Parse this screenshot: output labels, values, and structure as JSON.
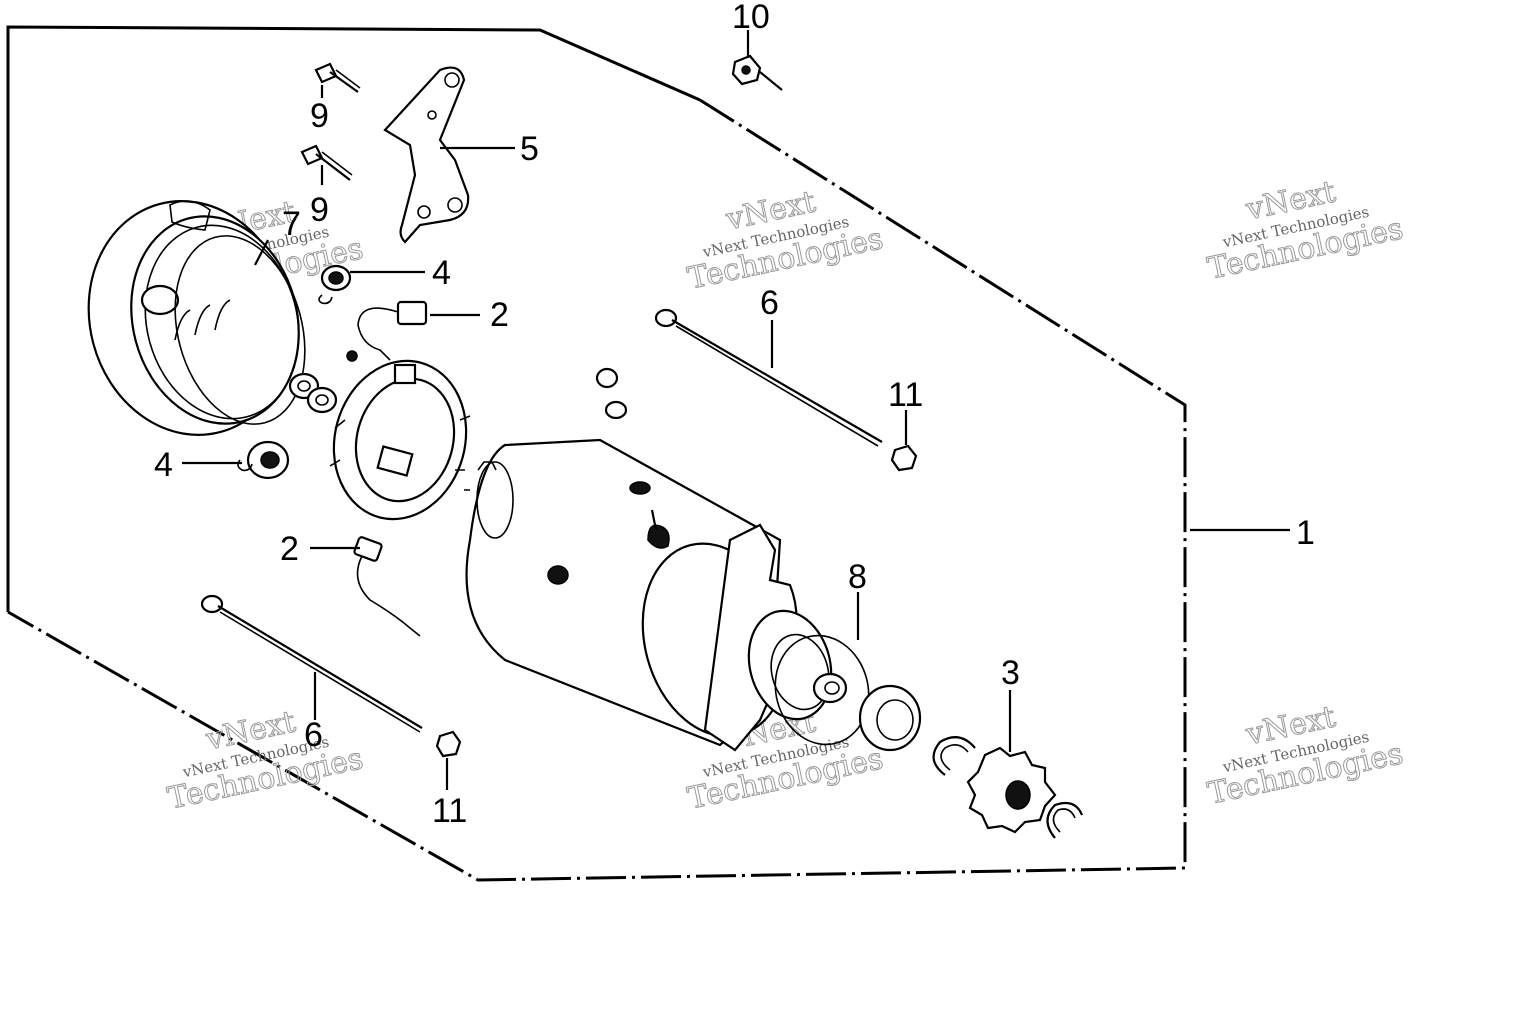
{
  "callouts": {
    "c1": "1",
    "c2a": "2",
    "c2b": "2",
    "c3": "3",
    "c4a": "4",
    "c4b": "4",
    "c5": "5",
    "c6a": "6",
    "c6b": "6",
    "c7": "7",
    "c8": "8",
    "c9a": "9",
    "c9b": "9",
    "c10": "10",
    "c11a": "11",
    "c11b": "11"
  },
  "watermark": {
    "line1": "vNext",
    "line2": "vNext Technologies",
    "line3": "Technologies"
  }
}
